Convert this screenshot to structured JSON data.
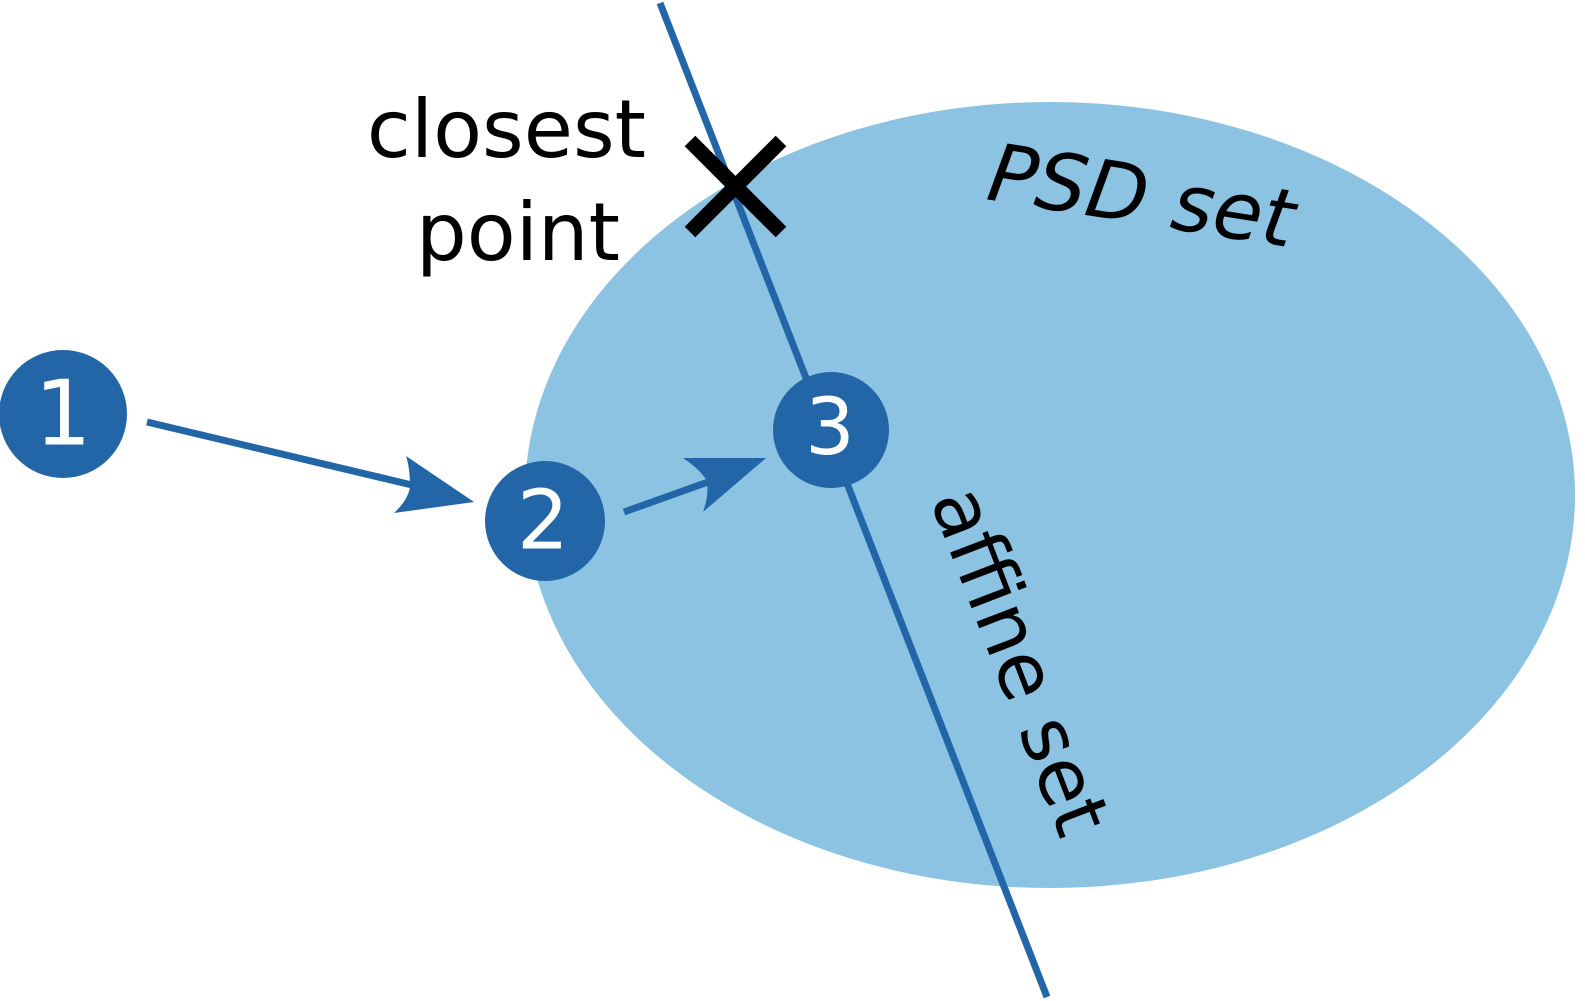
{
  "colors": {
    "psd_fill": "#8dc3e2",
    "primary_blue": "#2266a8",
    "marker": "#000000",
    "node_text": "#ffffff",
    "background": "#ffffff"
  },
  "labels": {
    "psd_set": "PSD set",
    "affine_set": "affine set",
    "closest_point_line1": "closest",
    "closest_point_line2": "point"
  },
  "nodes": [
    {
      "id": "1",
      "label": "1"
    },
    {
      "id": "2",
      "label": "2"
    },
    {
      "id": "3",
      "label": "3"
    }
  ],
  "marker": {
    "icon": "x-mark-icon"
  }
}
